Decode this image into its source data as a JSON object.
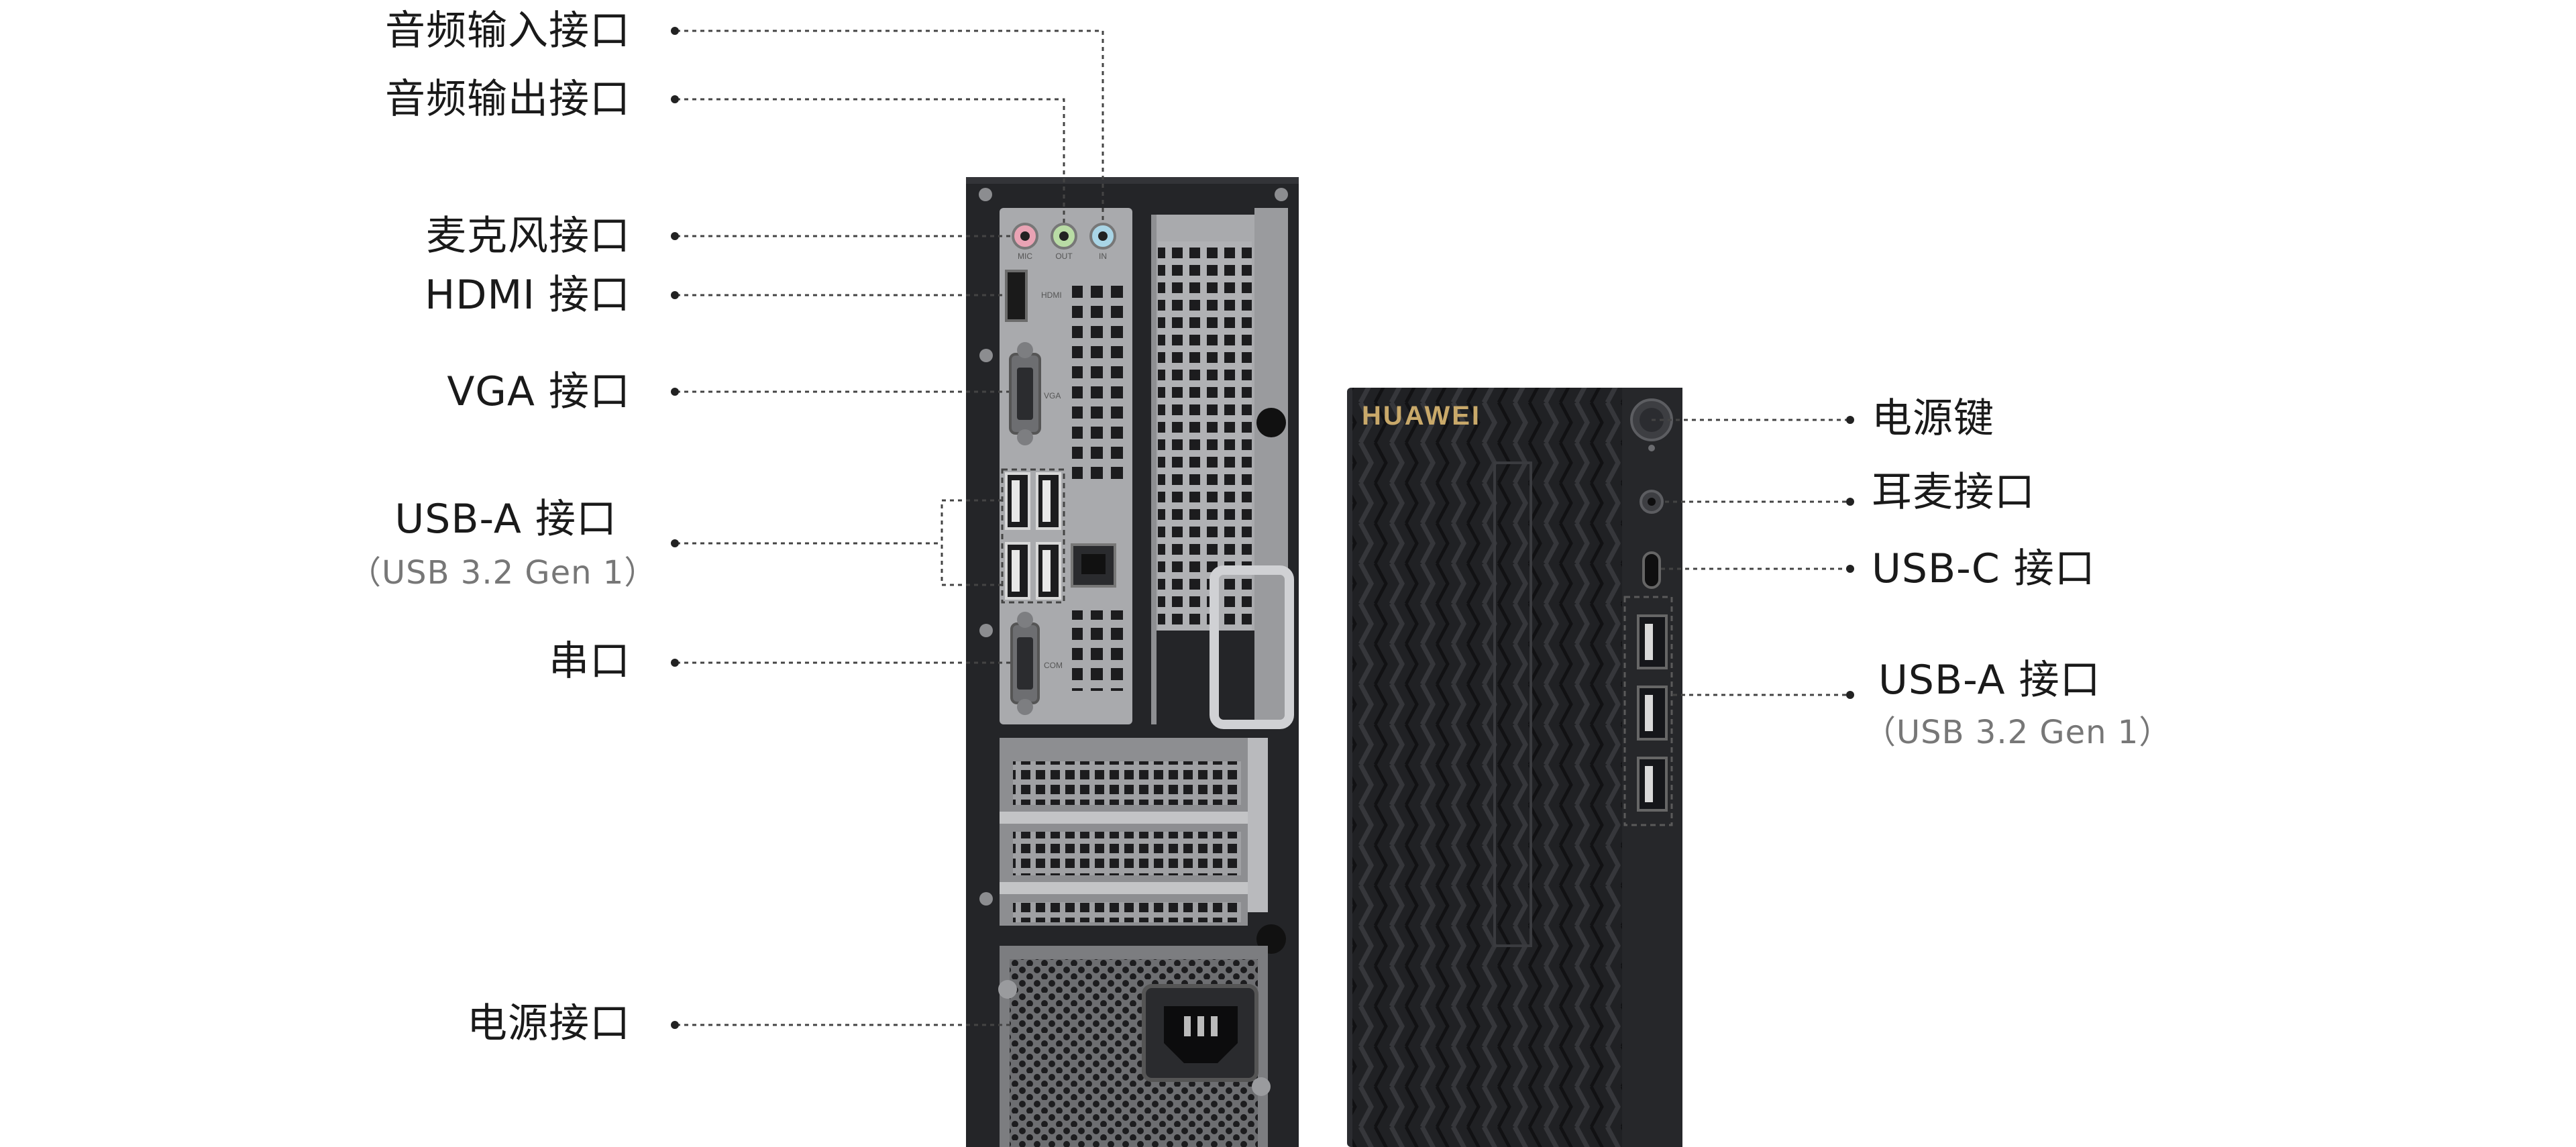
{
  "rear_labels": {
    "audio_in": "音频输入接口",
    "audio_out": "音频输出接口",
    "mic": "麦克风接口",
    "hdmi": "HDMI 接口",
    "vga": "VGA 接口",
    "usb_a": "USB-A 接口",
    "usb_a_spec": "（USB 3.2 Gen 1）",
    "serial": "串口",
    "power": "电源接口"
  },
  "front_labels": {
    "power_button": "电源键",
    "headset": "耳麦接口",
    "usb_c": "USB-C 接口",
    "usb_a": "USB-A 接口",
    "usb_a_spec": "（USB 3.2 Gen 1）"
  },
  "brand": "HUAWEI",
  "port_marks": {
    "mic": "MIC",
    "out": "OUT",
    "in": "IN",
    "hdmi": "HDMI",
    "vga": "VGA",
    "com": "COM"
  },
  "colors": {
    "chassis_dark": "#232427",
    "rear_panel": "#a9aaad",
    "brand_gold": "#c9a96a",
    "leader_line": "#444444"
  }
}
